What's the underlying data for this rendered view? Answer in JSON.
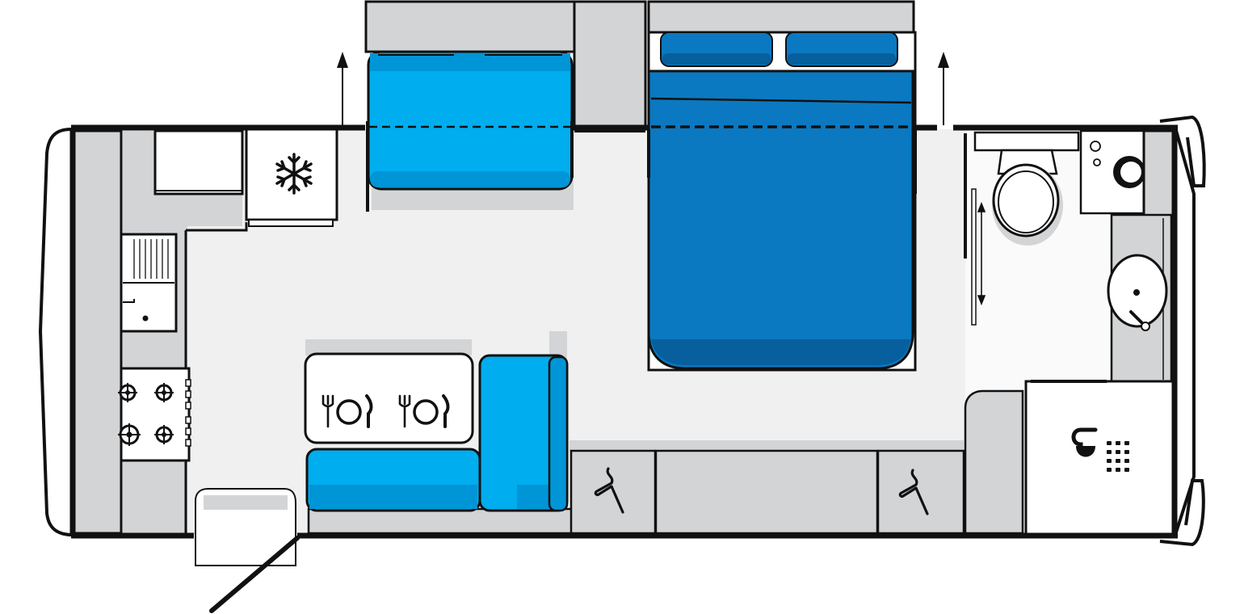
{
  "floorplan": {
    "type": "caravan-floor-plan",
    "colors": {
      "outline": "#111111",
      "cabinet_grey": "#d3d4d6",
      "shadow_grey": "#c4c5c7",
      "floor_light": "#f0f0f0",
      "bunk_cyan": "#00adef",
      "bunk_cyan_shade": "#0095d6",
      "bed_blue": "#0a79c1",
      "bed_blue_shade": "#075f9d",
      "white": "#ffffff"
    },
    "features": [
      {
        "id": "slide-out-bunk",
        "icon": "bed-rect"
      },
      {
        "id": "slide-out-queen-bed",
        "icon": "bed-rect"
      },
      {
        "id": "slide-out-arrow",
        "icon": "arrow-up-icon"
      },
      {
        "id": "fridge",
        "icon": "snowflake-icon"
      },
      {
        "id": "kitchen-sink",
        "icon": "sink-icon"
      },
      {
        "id": "cooktop",
        "icon": "burner-icon"
      },
      {
        "id": "dinette-table",
        "icon": "cutlery-icon"
      },
      {
        "id": "wardrobe",
        "icon": "coat-hanger-icon"
      },
      {
        "id": "toilet",
        "icon": "toilet-icon"
      },
      {
        "id": "washing-machine",
        "icon": "washer-icon"
      },
      {
        "id": "vanity-basin",
        "icon": "basin-icon"
      },
      {
        "id": "shower",
        "icon": "shower-head-icon"
      },
      {
        "id": "entry-door",
        "icon": "door-swing-icon"
      }
    ]
  }
}
